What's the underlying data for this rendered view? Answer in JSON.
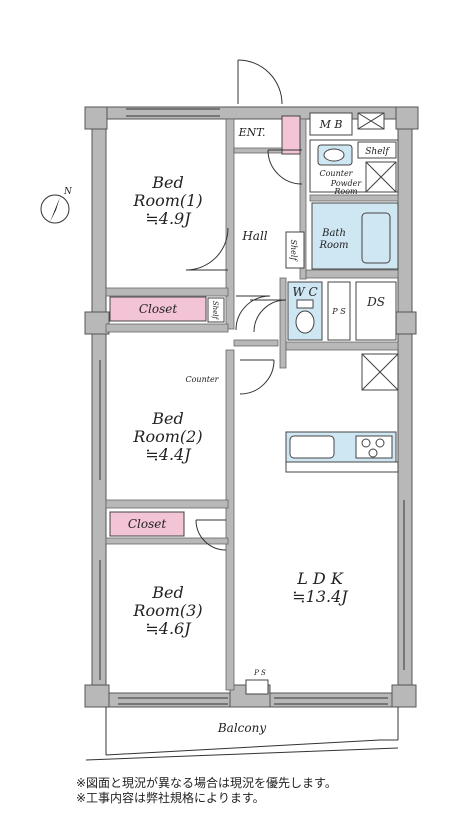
{
  "rooms": {
    "bed1": {
      "line1": "Bed",
      "line2": "Room(1)",
      "size": "≒4.9J"
    },
    "bed2": {
      "line1": "Bed",
      "line2": "Room(2)",
      "size": "≒4.4J"
    },
    "bed3": {
      "line1": "Bed",
      "line2": "Room(3)",
      "size": "≒4.6J"
    },
    "ldk": {
      "line1": "L D K",
      "size": "≒13.4J"
    }
  },
  "labels": {
    "ent": "ENT.",
    "mb": "M B",
    "shelf_top": "Shelf",
    "counter_top": "Counter",
    "powder1": "Powder",
    "powder2": "Room",
    "bath1": "Bath",
    "bath2": "Room",
    "hall": "Hall",
    "shelf_hall": "Shelf",
    "wc": "W C",
    "ps_center": "P S",
    "ds": "DS",
    "closet1": "Closet",
    "shelf_small": "Shelf",
    "counter_mid": "Counter",
    "closet2": "Closet",
    "ps_bottom": "P S",
    "balcony": "Balcony"
  },
  "notes": [
    "※図面と現況が異なる場合は現況を優先します。",
    "※工事内容は弊社規格によります。"
  ],
  "colors": {
    "wall": "#b8b8b8",
    "wet_area": "#cfe6f3",
    "closet": "#f3c3d6",
    "line": "#333333"
  }
}
